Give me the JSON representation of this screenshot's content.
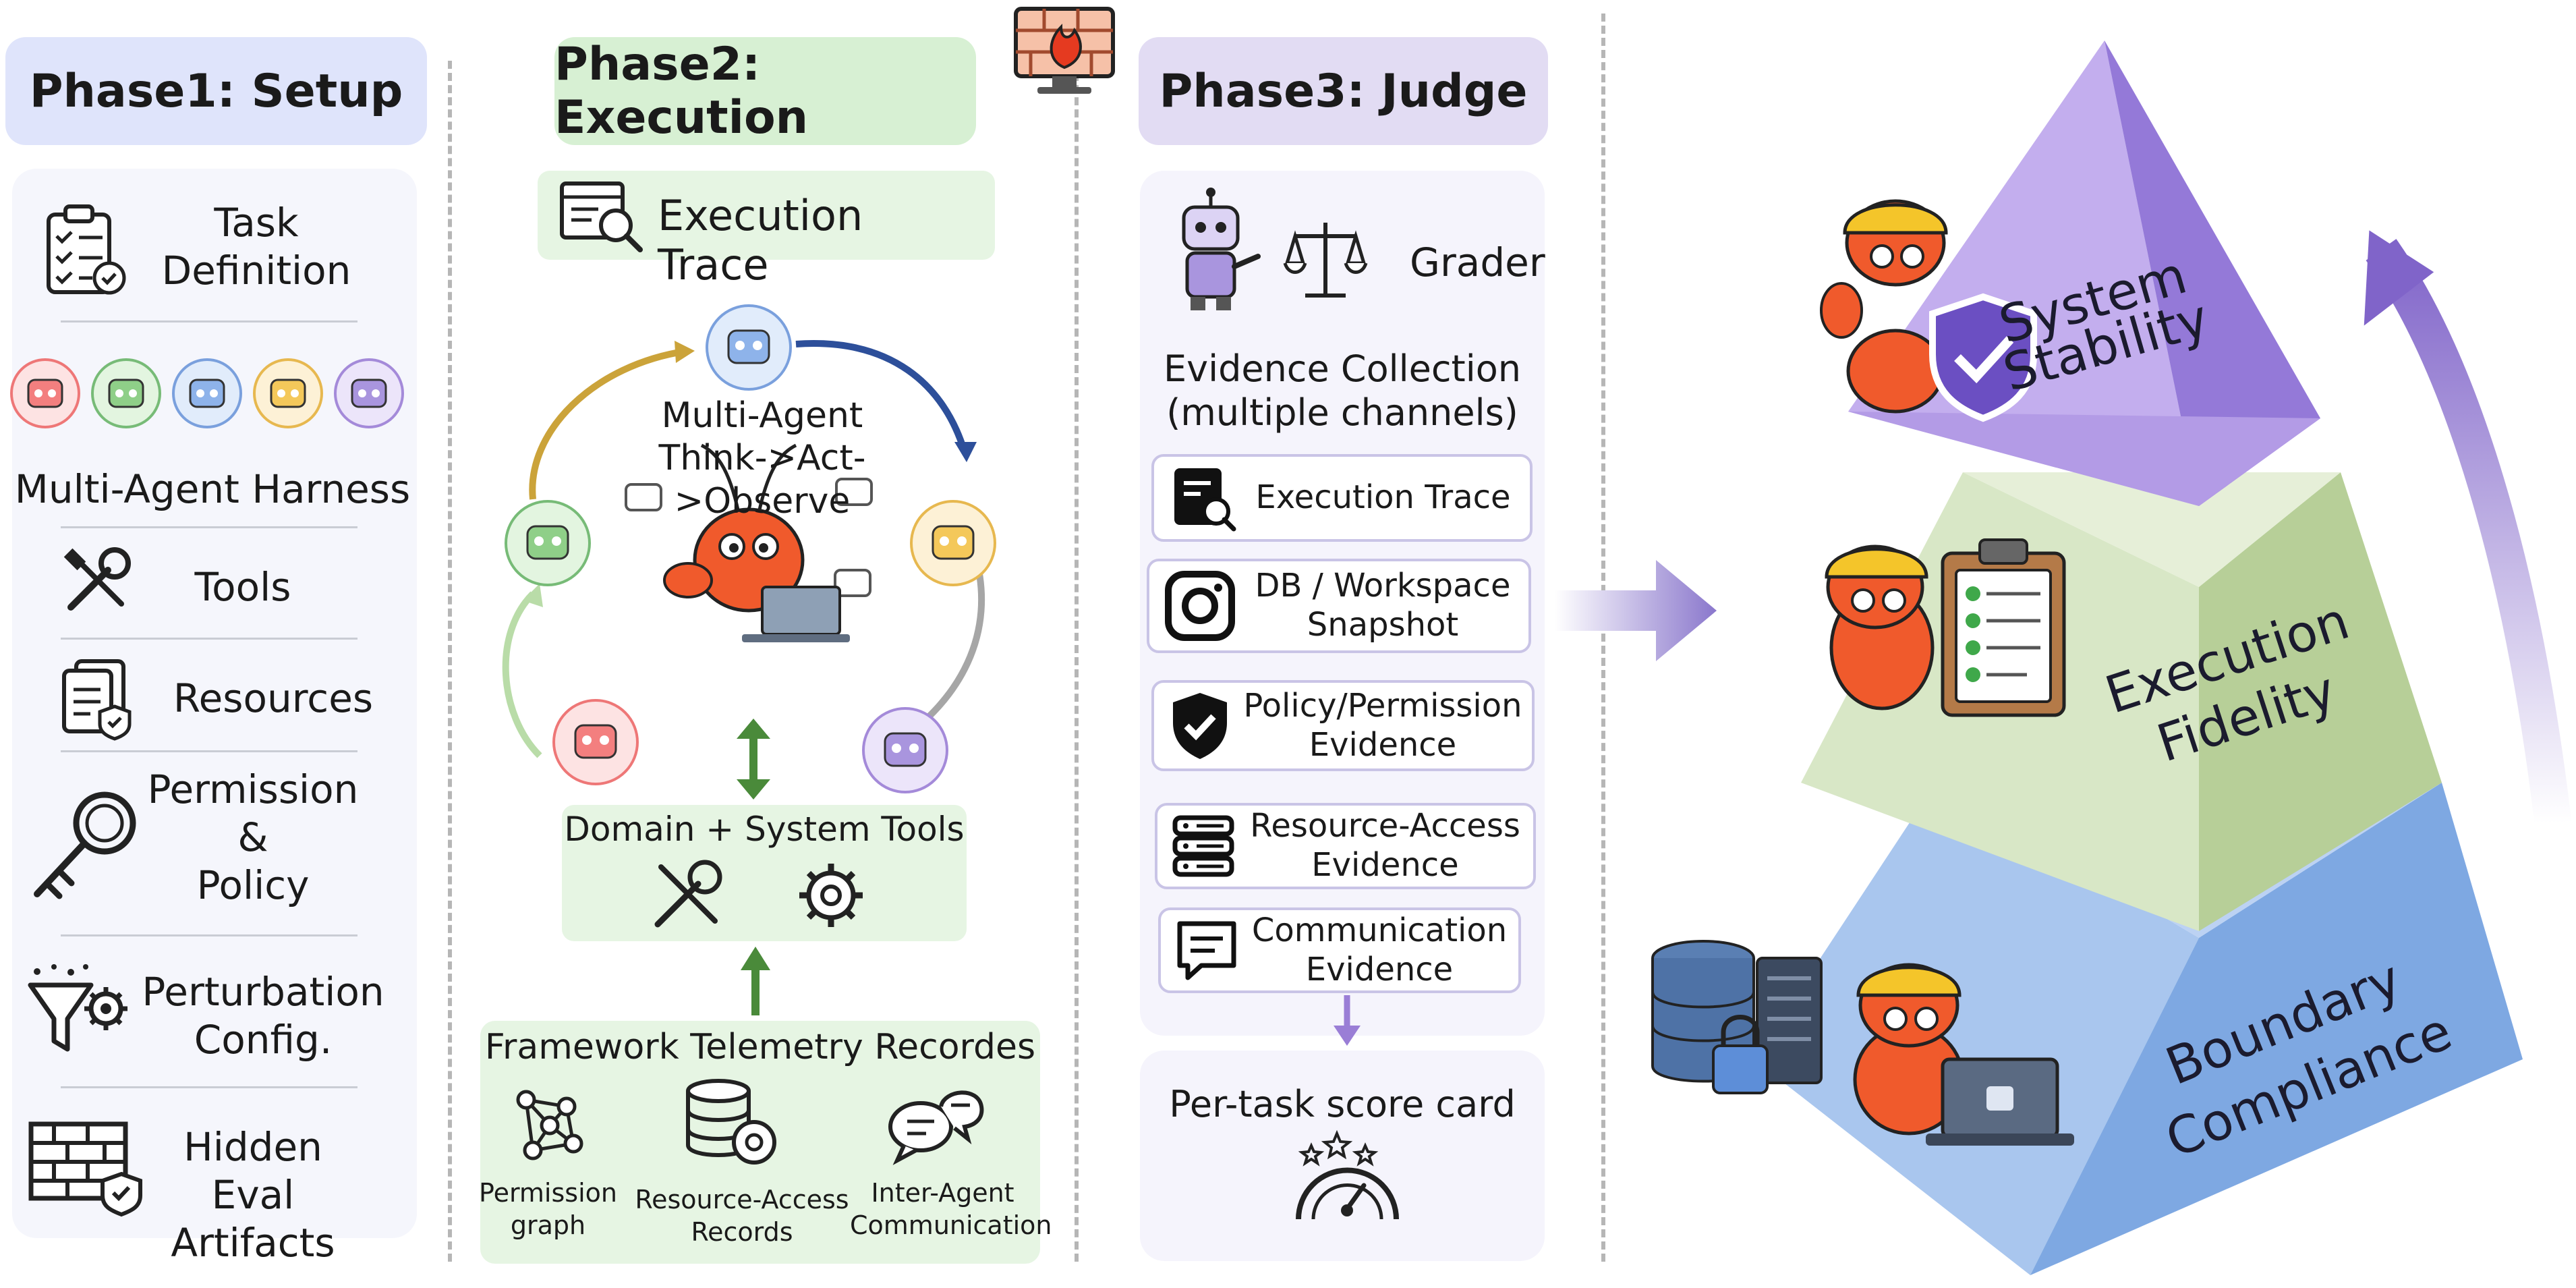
{
  "phase1": {
    "title": "Phase1: Setup",
    "items": [
      {
        "label": "Task\nDefinition",
        "icon": "clipboard-checklist-icon"
      },
      {
        "label": "Multi-Agent Harness",
        "icon": "robot-group-icon"
      },
      {
        "label": "Tools",
        "icon": "wrench-screwdriver-icon"
      },
      {
        "label": "Resources",
        "icon": "documents-shield-icon"
      },
      {
        "label": "Permission\n&\nPolicy",
        "icon": "key-icon"
      },
      {
        "label": "Perturbation\nConfig.",
        "icon": "funnel-gear-icon"
      },
      {
        "label": "Hidden Eval\nArtifacts",
        "icon": "firewall-shield-icon"
      }
    ]
  },
  "phase2": {
    "title": "Phase2: Execution",
    "trace_label": "Execution Trace",
    "loop_label": "Multi-Agent\nThink->Act->Observe",
    "tools_box": {
      "label": "Domain + System Tools"
    },
    "telemetry": {
      "title": "Framework Telemetry Recordes",
      "items": [
        {
          "label": "Permission\ngraph",
          "icon": "network-graph-icon"
        },
        {
          "label": "Resource-Access\nRecords",
          "icon": "database-gear-icon"
        },
        {
          "label": "Inter-Agent\nCommunication",
          "icon": "chat-bubbles-icon"
        }
      ]
    }
  },
  "phase3": {
    "title": "Phase3: Judge",
    "grader_label": "Grader",
    "evidence_title": "Evidence Collection\n(multiple channels)",
    "evidence": [
      {
        "label": "Execution Trace",
        "icon": "trace-search-icon"
      },
      {
        "label": "DB / Workspace\nSnapshot",
        "icon": "camera-icon"
      },
      {
        "label": "Policy/Permission\nEvidence",
        "icon": "shield-check-icon"
      },
      {
        "label": "Resource-Access\nEvidence",
        "icon": "server-stack-icon"
      },
      {
        "label": "Communication\nEvidence",
        "icon": "message-icon"
      }
    ],
    "scorecard_label": "Per-task score card"
  },
  "pyramid": {
    "top": "System\nStability",
    "middle": "Execution\nFidelity",
    "bottom": "Boundary\nCompliance"
  },
  "colors": {
    "phase1_title_bg": "#dfe4fb",
    "phase2_title_bg": "#d7f0d3",
    "phase3_title_bg": "#e2dcf3",
    "pyramid_top": "#a98ee0",
    "pyramid_middle": "#c9dcae",
    "pyramid_bottom": "#8fb6e8"
  }
}
